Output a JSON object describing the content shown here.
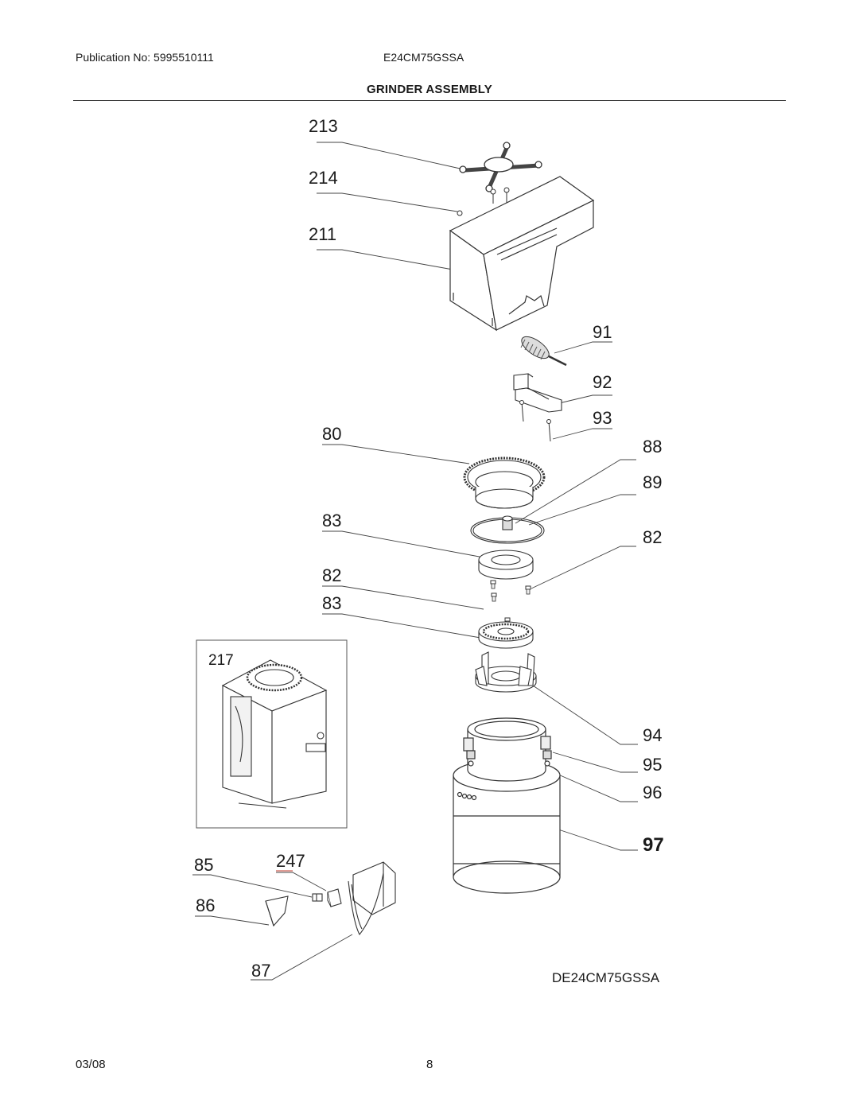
{
  "header": {
    "publication": "Publication No: 5995510111",
    "model": "E24CM75GSSA",
    "title": "GRINDER ASSEMBLY"
  },
  "callouts": [
    "213",
    "214",
    "211",
    "91",
    "92",
    "93",
    "80",
    "88",
    "89",
    "83",
    "82",
    "82",
    "83",
    "94",
    "95",
    "96",
    "97",
    "85",
    "247",
    "86",
    "87"
  ],
  "inset_label": "217",
  "diagram_code": "DE24CM75GSSA",
  "footer": {
    "date": "03/08",
    "page": "8"
  }
}
